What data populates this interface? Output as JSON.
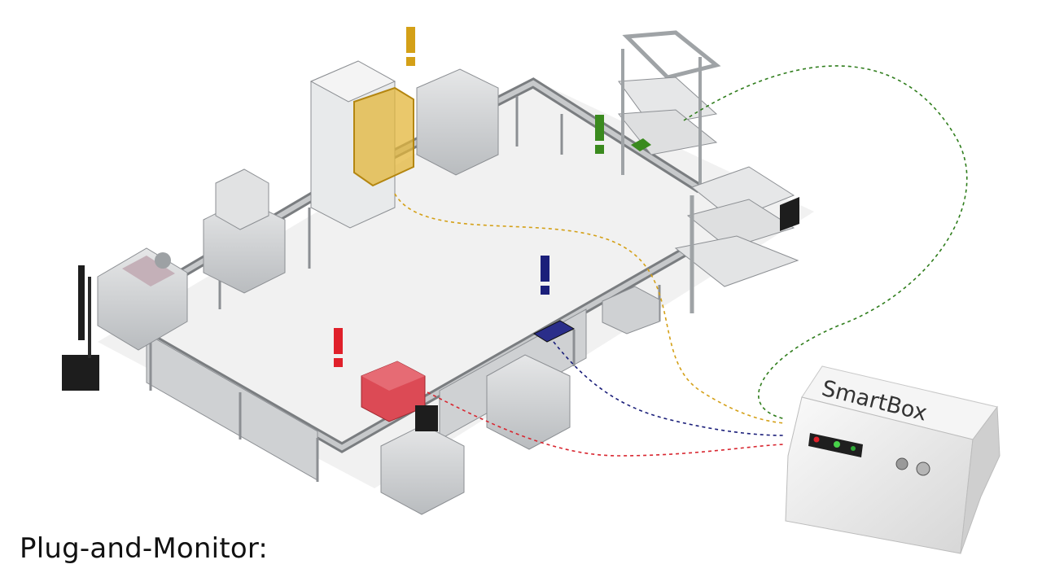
{
  "caption": "Plug-and-Monitor:",
  "smartbox": {
    "label": "SmartBox"
  },
  "alerts": [
    {
      "id": "yellow",
      "symbol": "!",
      "color": "#d4a017"
    },
    {
      "id": "green",
      "symbol": "!",
      "color": "#3a8a1e"
    },
    {
      "id": "blue",
      "symbol": "!",
      "color": "#1b1f7a"
    },
    {
      "id": "red",
      "symbol": "!",
      "color": "#e0202a"
    }
  ],
  "colors": {
    "yellow": "#d4a017",
    "green": "#2f7d1c",
    "blue": "#1b1f7a",
    "red": "#d8252f",
    "frame": "#8c8f93",
    "machine": "#d9dbdc"
  }
}
